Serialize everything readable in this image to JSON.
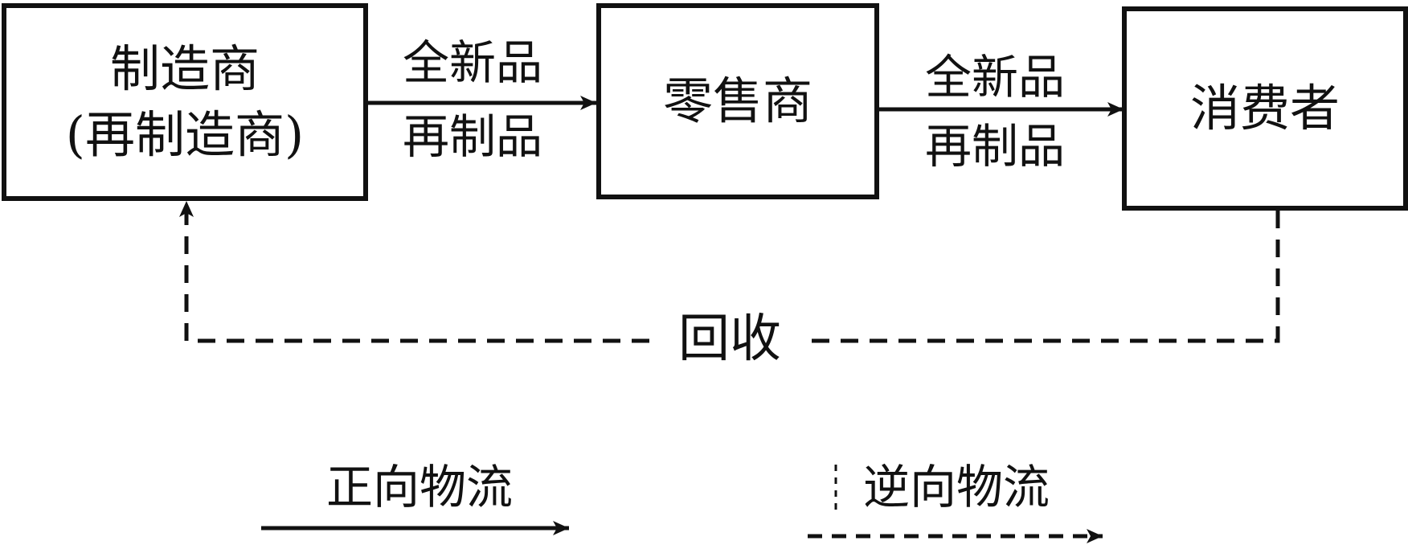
{
  "nodes": {
    "manufacturer": {
      "line1": "制造商",
      "line2": "(再制造商)"
    },
    "retailer": {
      "label": "零售商"
    },
    "consumer": {
      "label": "消费者"
    }
  },
  "edges": {
    "manufacturer_to_retailer": {
      "line1": "全新品",
      "line2": "再制品"
    },
    "retailer_to_consumer": {
      "line1": "全新品",
      "line2": "再制品"
    },
    "recycle": {
      "label": "回收"
    }
  },
  "legend": {
    "forward": "正向物流",
    "reverse": "逆向物流"
  },
  "colors": {
    "ink": "#111111",
    "background": "#ffffff"
  }
}
